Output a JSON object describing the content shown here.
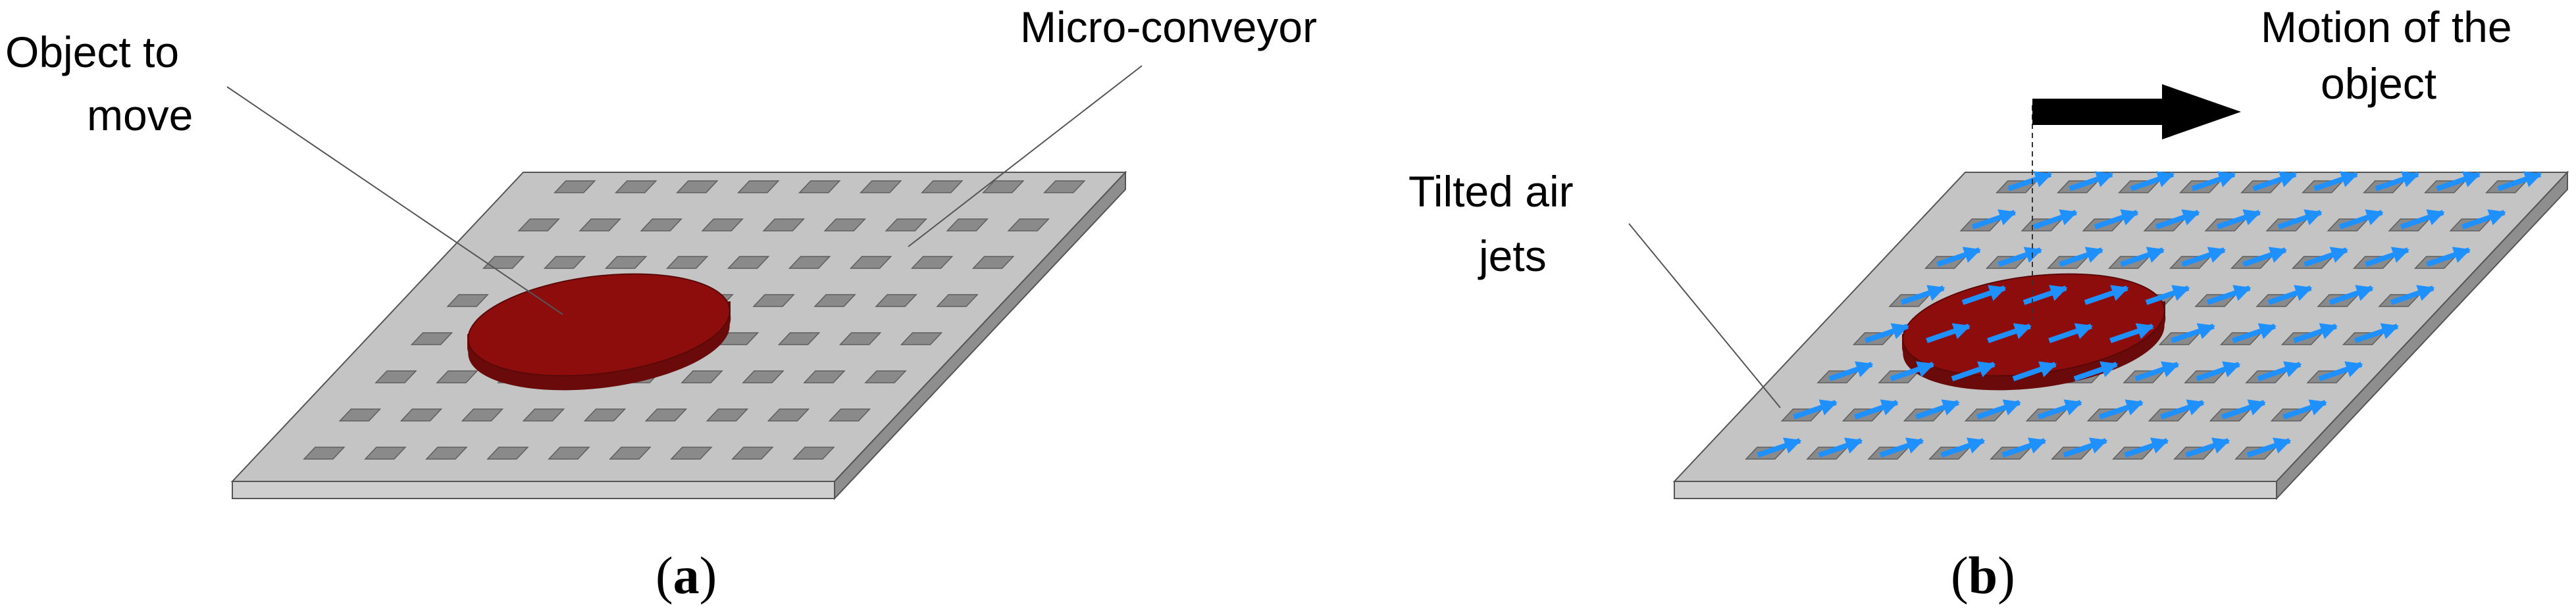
{
  "panel_a": {
    "label_object": [
      "Object to",
      "move"
    ],
    "label_conveyor": "Micro-conveyor",
    "caption_open": "(",
    "caption_letter": "a",
    "caption_close": ")"
  },
  "panel_b": {
    "label_jets": [
      "Tilted air",
      "jets"
    ],
    "label_motion": [
      "Motion of the",
      "object"
    ],
    "caption_open": "(",
    "caption_letter": "b",
    "caption_close": ")"
  },
  "colors": {
    "plate_top": "#c4c4c4",
    "plate_front": "#cfcfcf",
    "plate_side": "#8e8e8e",
    "hole": "#8a8a8a",
    "object_top": "#8d0d0d",
    "object_edge": "#6a0a0a",
    "jet_arrow": "#1e90ff",
    "motion_arrow": "#000000"
  }
}
